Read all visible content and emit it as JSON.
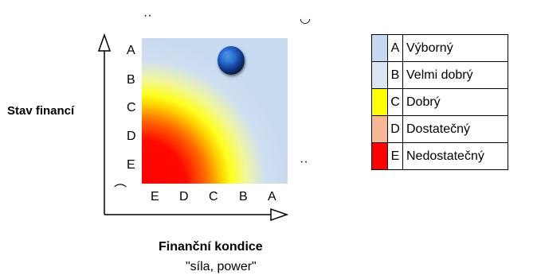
{
  "diagram": {
    "y_axis_label": "Stav financí",
    "x_axis_label": "Finanční kondice",
    "x_axis_sublabel": "\"síla, power\"",
    "y_grades": [
      "A",
      "B",
      "C",
      "D",
      "E"
    ],
    "x_grades": [
      "E",
      "D",
      "C",
      "B",
      "A"
    ],
    "faces": {
      "top_left": "··",
      "top_right": "◡",
      "bottom_left": "⌒",
      "right": "··"
    },
    "globe_icon": "globe-icon"
  },
  "legend": {
    "items": [
      {
        "letter": "A",
        "label": "Výborný",
        "color": "#c6d9f1"
      },
      {
        "letter": "B",
        "label": "Velmi dobrý",
        "color": "#dce6f2"
      },
      {
        "letter": "C",
        "label": "Dobrý",
        "color": "#ffff00"
      },
      {
        "letter": "D",
        "label": "Dostatečný",
        "color": "#f9b895"
      },
      {
        "letter": "E",
        "label": "Nedostatečný",
        "color": "#ff0000"
      }
    ]
  }
}
